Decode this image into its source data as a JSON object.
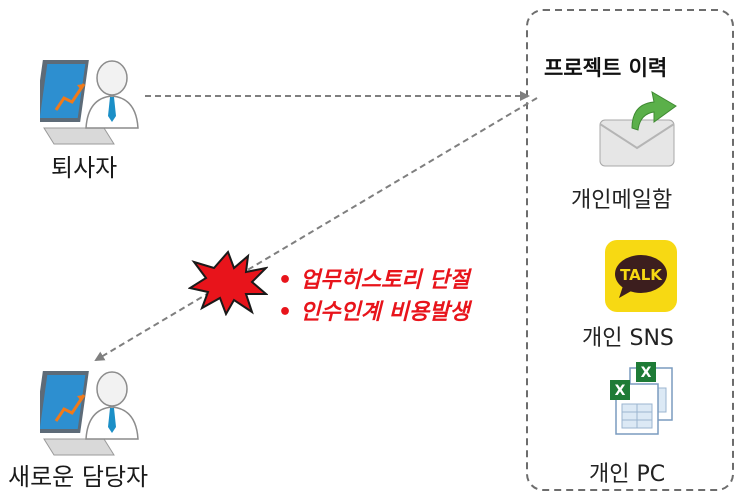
{
  "people": {
    "leaving": {
      "label": "퇴사자",
      "icon": "presenter-person-icon"
    },
    "new_owner": {
      "label": "새로운 담당자",
      "icon": "presenter-person-icon"
    }
  },
  "project_panel": {
    "title": "프로젝트 이력",
    "items": [
      {
        "label": "개인메일함",
        "icon": "mail-forward-icon"
      },
      {
        "label": "개인 SNS",
        "icon": "kakaotalk-icon",
        "icon_text": "TALK"
      },
      {
        "label": "개인 PC",
        "icon": "excel-files-icon"
      }
    ]
  },
  "warnings": [
    "업무히스토리 단절",
    "인수인계 비용발생"
  ],
  "colors": {
    "warning_text": "#e8141b",
    "connector": "#7f7f7f",
    "talk_yellow": "#f7d913",
    "mail_arrow": "#5bb04a",
    "excel_green": "#1e7b36"
  }
}
